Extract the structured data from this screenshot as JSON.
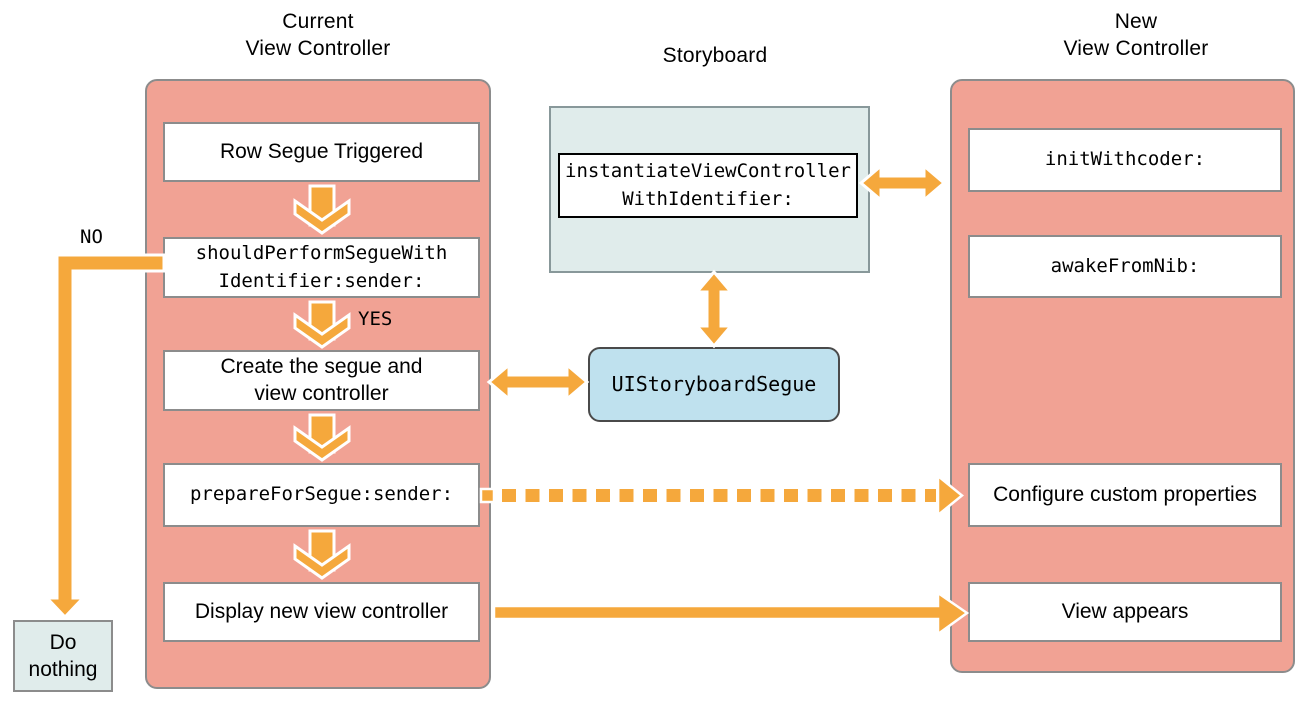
{
  "titles": {
    "current": "Current\nView Controller",
    "storyboard": "Storyboard",
    "new": "New\nView Controller"
  },
  "left_panel": {
    "boxes": [
      {
        "label": "Row Segue Triggered",
        "font": "sans"
      },
      {
        "label": "shouldPerformSegueWith\nIdentifier:sender:",
        "font": "mono"
      },
      {
        "label": "Create the segue and\nview controller",
        "font": "sans"
      },
      {
        "label": "prepareForSegue:sender:",
        "font": "mono"
      },
      {
        "label": "Display new view controller",
        "font": "sans"
      }
    ]
  },
  "right_panel": {
    "boxes": [
      {
        "label": "initWithcoder:",
        "font": "mono"
      },
      {
        "label": "awakeFromNib:",
        "font": "mono"
      },
      {
        "label": "Configure custom properties",
        "font": "sans"
      },
      {
        "label": "View appears",
        "font": "sans"
      }
    ]
  },
  "storyboard": {
    "method": "instantiateViewController\nWithIdentifier:"
  },
  "segue": {
    "class_name": "UIStoryboardSegue"
  },
  "do_nothing": {
    "label": "Do\nnothing"
  },
  "decision": {
    "yes": "YES",
    "no": "NO"
  },
  "colors": {
    "panel_fill": "#F1A294",
    "panel_border": "#8C8C8C",
    "arrow_orange": "#F5A83C",
    "storyboard_fill": "#E0ECEB",
    "segue_fill": "#BFE1EE",
    "do_nothing_fill": "#E0ECEB",
    "box_fill": "#FFFFFF"
  }
}
